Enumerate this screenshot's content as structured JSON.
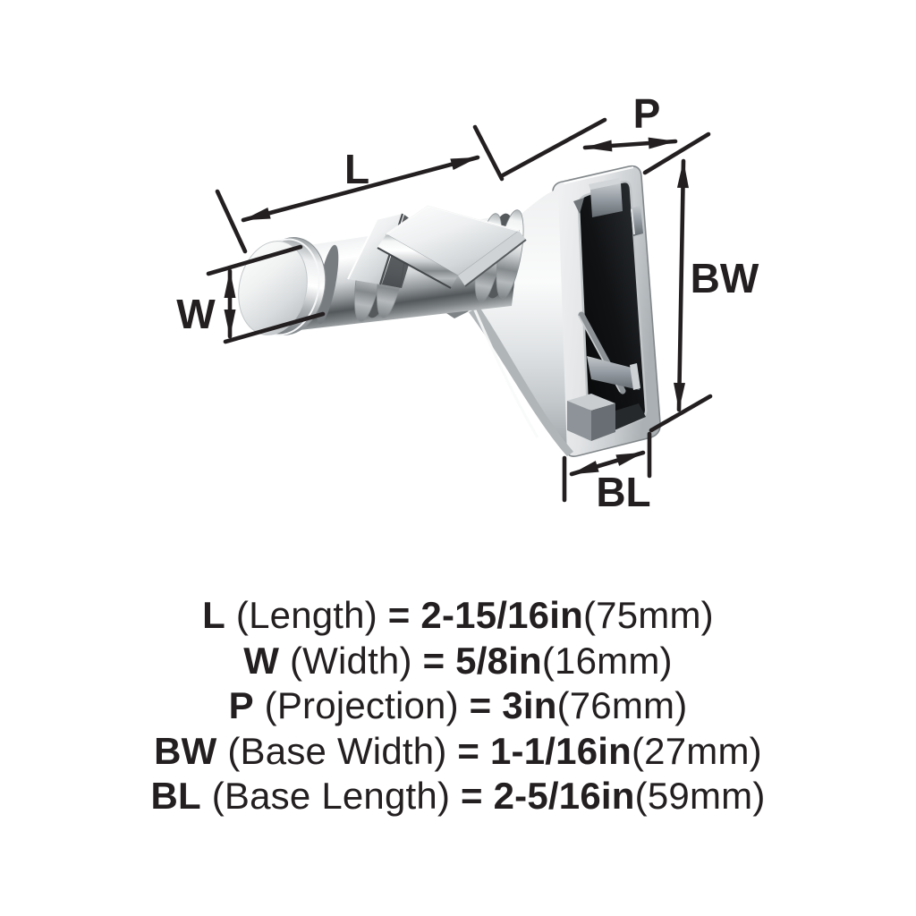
{
  "page": {
    "background": "#ffffff",
    "line_color": "#231f20",
    "text_color": "#231f20"
  },
  "diagram": {
    "type": "product-dimension-diagram",
    "product": "wall robe hook, polished chrome, rectangular open backplate",
    "labels": {
      "length": "L",
      "width": "W",
      "projection": "P",
      "base_width": "BW",
      "base_length": "BL"
    },
    "chrome_colors": {
      "highlight": "#ffffff",
      "light": "#eceeef",
      "mid": "#c6c9cc",
      "dark": "#5f6468",
      "cavity": "#0a0b0c"
    }
  },
  "spec": {
    "lines": [
      {
        "key": "length",
        "label": "L",
        "name": "Length",
        "value_in": "2-15/16in",
        "value_mm": "75mm",
        "segments": [
          {
            "t": "L",
            "w": "b"
          },
          {
            "t": " (Length) ",
            "w": "r"
          },
          {
            "t": "= 2-15/16in",
            "w": "b"
          },
          {
            "t": "(75mm)",
            "w": "r"
          }
        ]
      },
      {
        "key": "width",
        "label": "W",
        "name": "Width",
        "value_in": "5/8in",
        "value_mm": "16mm",
        "segments": [
          {
            "t": "W",
            "w": "b"
          },
          {
            "t": " (Width) ",
            "w": "r"
          },
          {
            "t": "= 5/8in",
            "w": "b"
          },
          {
            "t": "(16mm)",
            "w": "r"
          }
        ]
      },
      {
        "key": "projection",
        "label": "P",
        "name": "Projection",
        "value_in": "3in",
        "value_mm": "76mm",
        "segments": [
          {
            "t": "P",
            "w": "b"
          },
          {
            "t": " (Projection) ",
            "w": "r"
          },
          {
            "t": "= 3in",
            "w": "b"
          },
          {
            "t": "(76mm)",
            "w": "r"
          }
        ]
      },
      {
        "key": "base-width",
        "label": "BW",
        "name": "Base Width",
        "value_in": "1-1/16in",
        "value_mm": "27mm",
        "segments": [
          {
            "t": "BW",
            "w": "b"
          },
          {
            "t": " (Base Width) ",
            "w": "r"
          },
          {
            "t": "= 1-1/16in",
            "w": "b"
          },
          {
            "t": "(27mm)",
            "w": "r"
          }
        ]
      },
      {
        "key": "base-length",
        "label": "BL",
        "name": "Base Length",
        "value_in": "2-5/16in",
        "value_mm": "59mm",
        "segments": [
          {
            "t": "BL",
            "w": "b"
          },
          {
            "t": " (Base Length) ",
            "w": "r"
          },
          {
            "t": "= 2-5/16in",
            "w": "b"
          },
          {
            "t": "(59mm)",
            "w": "r"
          }
        ]
      }
    ]
  }
}
